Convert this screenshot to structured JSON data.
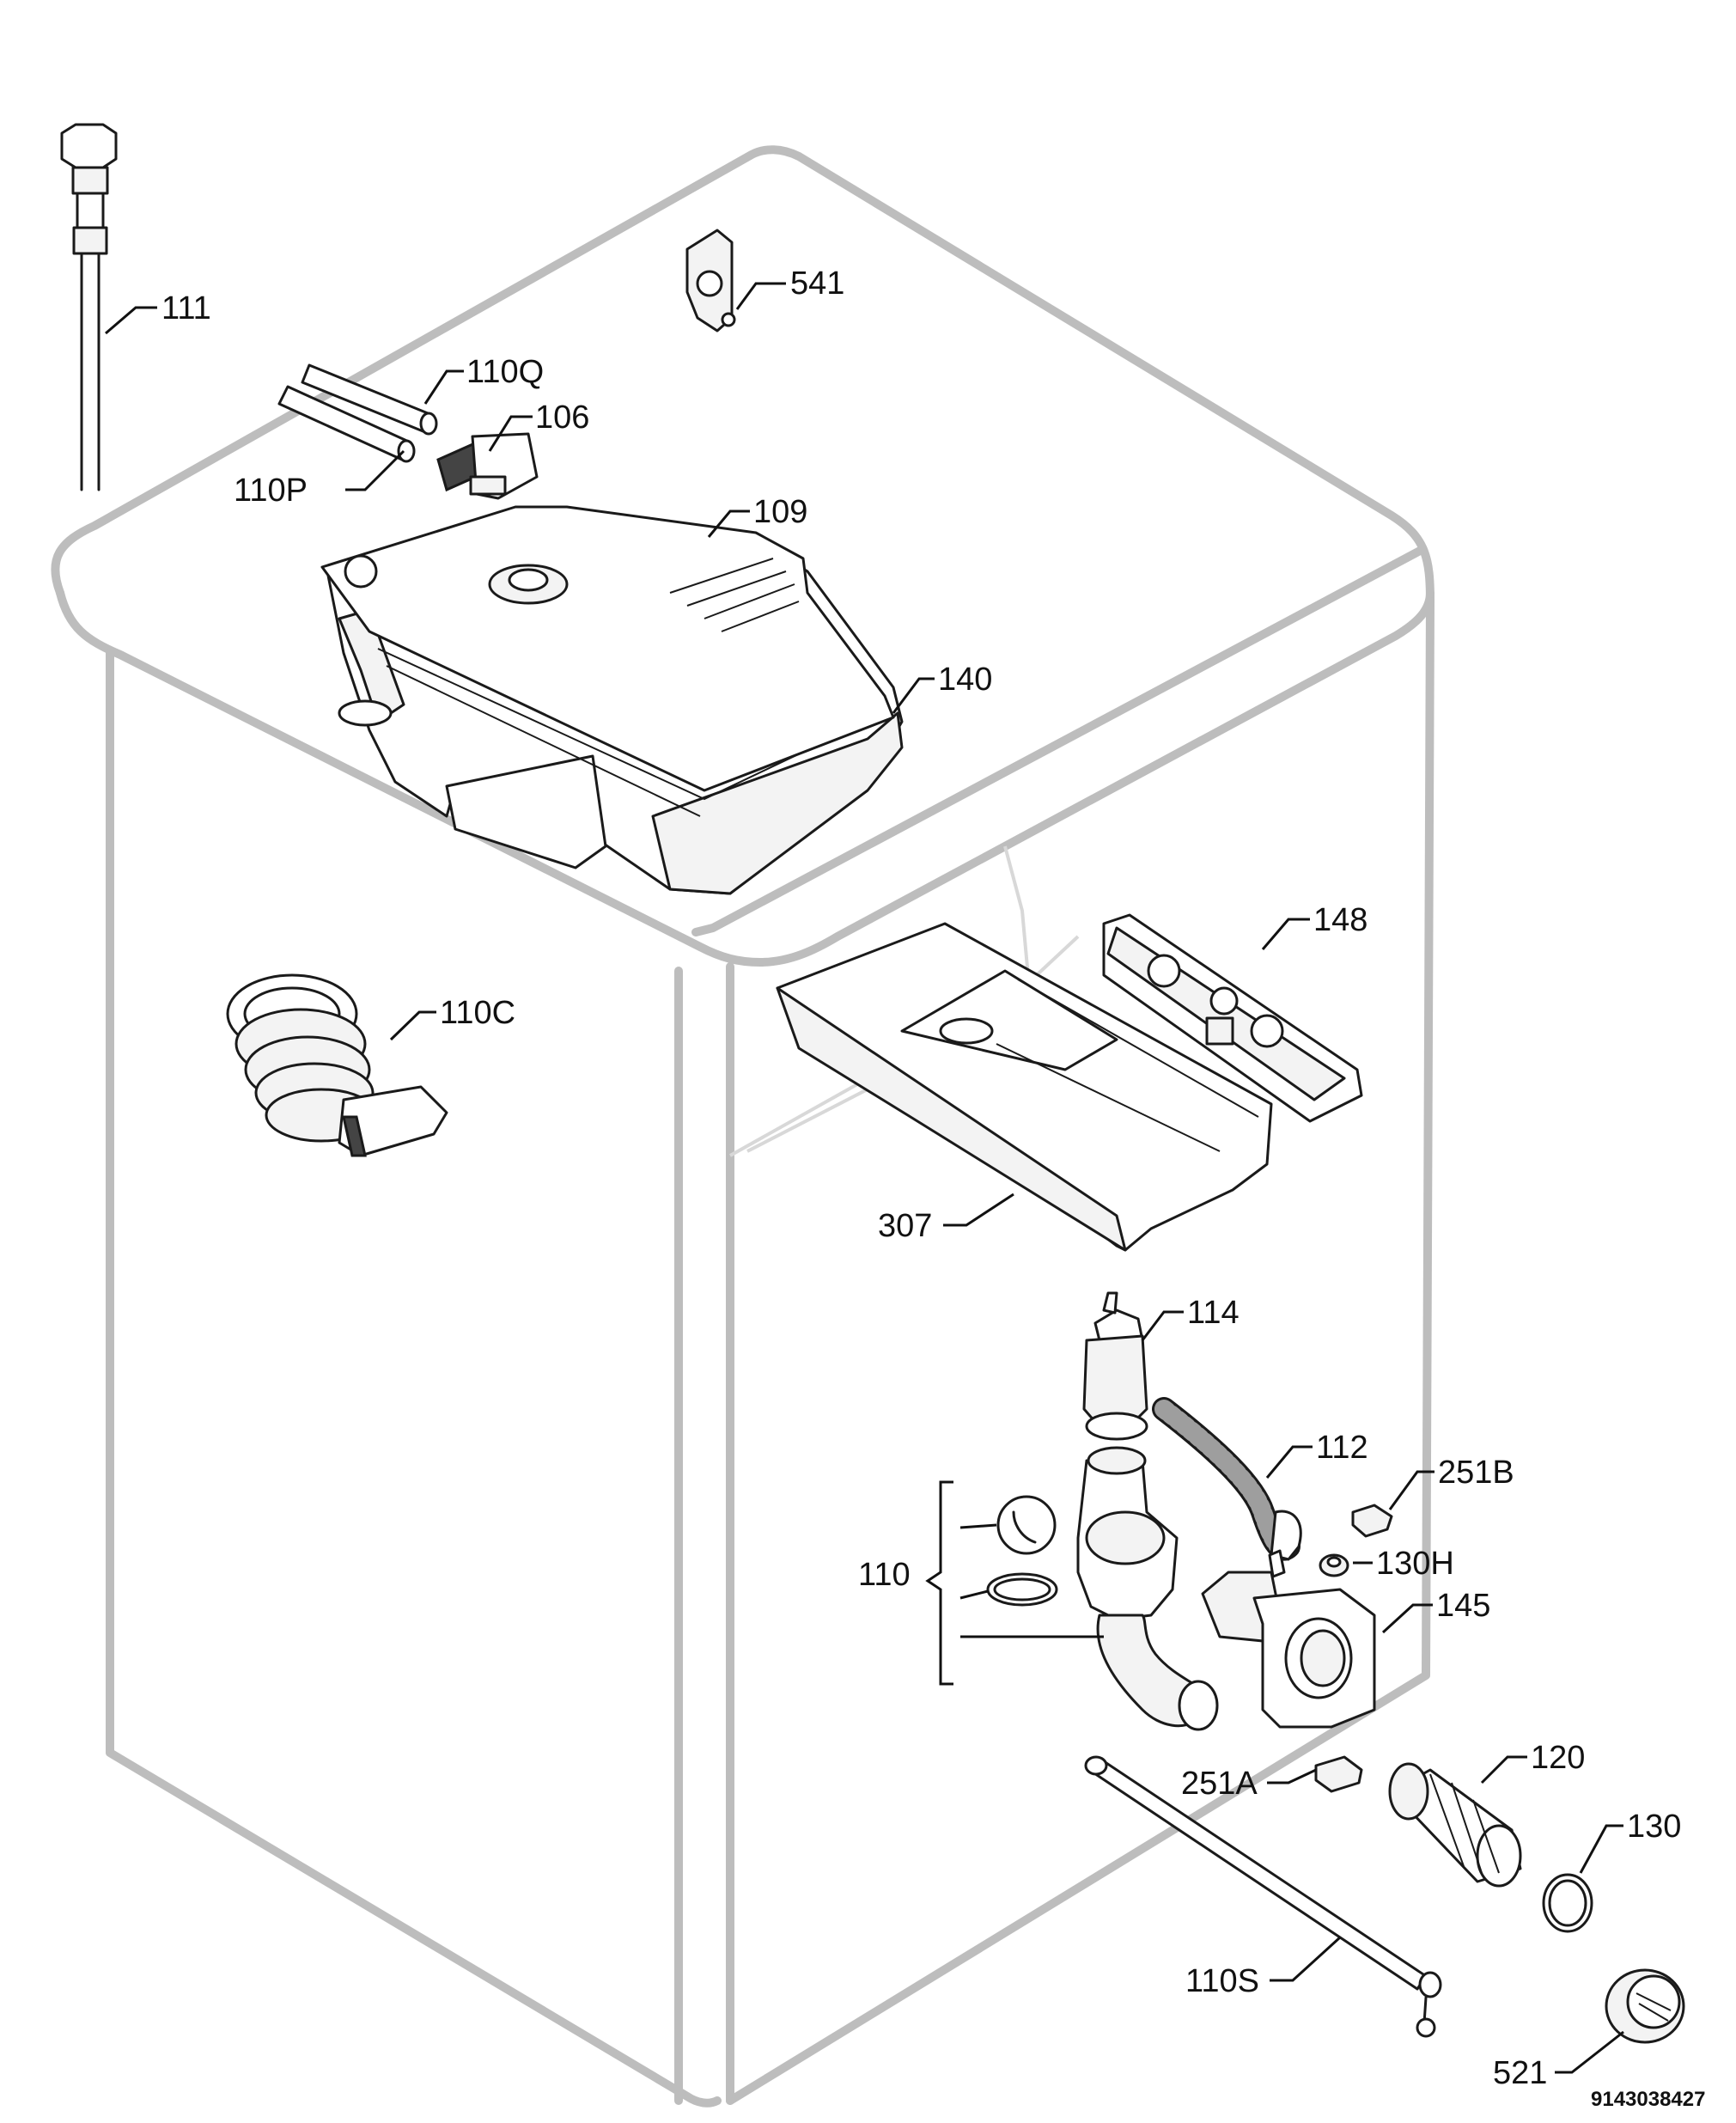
{
  "parts": {
    "p111": "111",
    "p541": "541",
    "p110Q": "110Q",
    "p106": "106",
    "p110P": "110P",
    "p109": "109",
    "p140": "140",
    "p148": "148",
    "p110C": "110C",
    "p307": "307",
    "p114": "114",
    "p112": "112",
    "p251B": "251B",
    "p110": "110",
    "p130H": "130H",
    "p145": "145",
    "p251A": "251A",
    "p120": "120",
    "p130": "130",
    "p110S": "110S",
    "p521": "521"
  },
  "document_id": "9143038427"
}
